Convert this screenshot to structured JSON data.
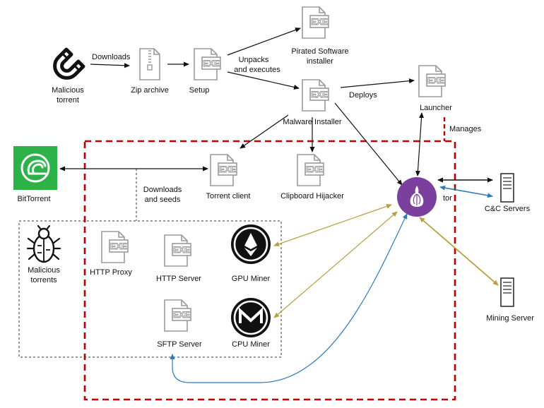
{
  "colors": {
    "perimeter": "#c00000",
    "arrow": "#111111",
    "gold": "#b8a040",
    "blue": "#2a7ab8",
    "tor": "#7b3f9e",
    "bittorrent": "#2db24a",
    "file": "#9a9a9a"
  },
  "icons": {
    "exe": "exe-file-icon",
    "zip": "zip-file-icon",
    "magnet": "magnet-icon",
    "bug": "bug-icon",
    "server": "server-icon",
    "tor": "tor-onion-icon",
    "bittorrent": "bittorrent-logo-icon",
    "ethereum": "ethereum-icon",
    "monero": "monero-icon"
  },
  "exe_label": "EXE",
  "nodes": {
    "malicious_torrent": [
      "Malicious",
      "torrent"
    ],
    "zip_archive": "Zip archive",
    "setup": "Setup",
    "pirated_software": [
      "Pirated Software",
      "installer"
    ],
    "malware_installer": "Malware Installer",
    "launcher": "Launcher",
    "bittorrent": "BitTorrent",
    "torrent_client": "Torrent client",
    "clipboard_hijacker": "Clipboard Hijacker",
    "tor": "tor",
    "cc_servers": "C&C Servers",
    "malicious_torrents": [
      "Malicious",
      "torrents"
    ],
    "http_proxy": "HTTP Proxy",
    "http_server": "HTTP Server",
    "gpu_miner": "GPU Miner",
    "sftp_server": "SFTP Server",
    "cpu_miner": "CPU Miner",
    "mining_server": "Mining Server"
  },
  "edges": {
    "downloads": "Downloads",
    "unpacks": [
      "Unpacks",
      "and executes"
    ],
    "deploys": "Deploys",
    "manages": "Manages",
    "downloads_seeds": [
      "Downloads",
      "and seeds"
    ]
  }
}
